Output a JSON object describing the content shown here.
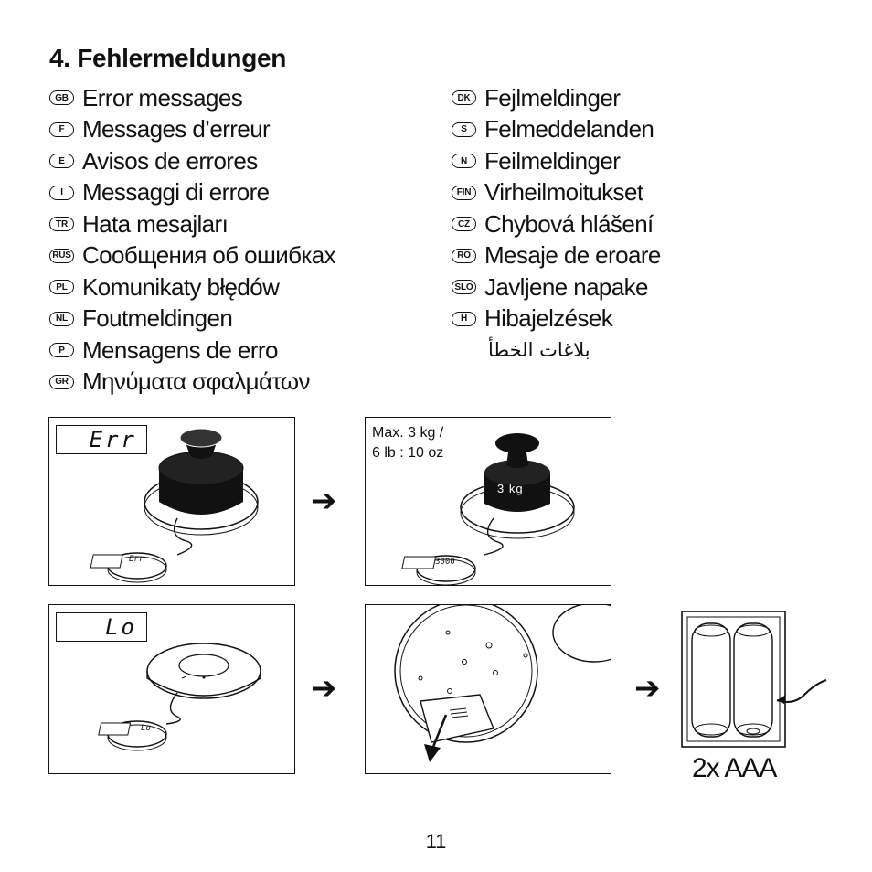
{
  "title": "4. Fehlermeldungen",
  "languages_left": [
    {
      "code": "GB",
      "text": "Error messages"
    },
    {
      "code": "F",
      "text": "Messages d’erreur"
    },
    {
      "code": "E",
      "text": "Avisos de errores"
    },
    {
      "code": "I",
      "text": "Messaggi di errore"
    },
    {
      "code": "TR",
      "text": "Hata mesajları"
    },
    {
      "code": "RUS",
      "text": "Сообщения об ошибках"
    },
    {
      "code": "PL",
      "text": "Komunikaty błędów"
    },
    {
      "code": "NL",
      "text": "Foutmeldingen"
    },
    {
      "code": "P",
      "text": "Mensagens de erro"
    },
    {
      "code": "GR",
      "text": "Μηνύματα σφαλμάτων"
    }
  ],
  "languages_right": [
    {
      "code": "DK",
      "text": "Fejlmeldinger"
    },
    {
      "code": "S",
      "text": "Felmeddelanden"
    },
    {
      "code": "N",
      "text": "Feilmeldinger"
    },
    {
      "code": "FIN",
      "text": "Virheilmoitukset"
    },
    {
      "code": "CZ",
      "text": "Chybová hlášení"
    },
    {
      "code": "RO",
      "text": "Mesaje de eroare"
    },
    {
      "code": "SLO",
      "text": "Javljene napake"
    },
    {
      "code": "H",
      "text": "Hibajelzések"
    }
  ],
  "arabic_text": "بلاغات الخطأ",
  "panels": {
    "err_display": "Err",
    "lo_display": "Lo",
    "max_label": "Max. 3 kg /\n6 lb : 10 oz",
    "weight_label": "3 kg",
    "mini_err": "Err",
    "mini_lo": "Lo",
    "mini_readout": "3000"
  },
  "arrow_glyph": "➔",
  "battery_label": "2x AAA",
  "page_number": "11"
}
